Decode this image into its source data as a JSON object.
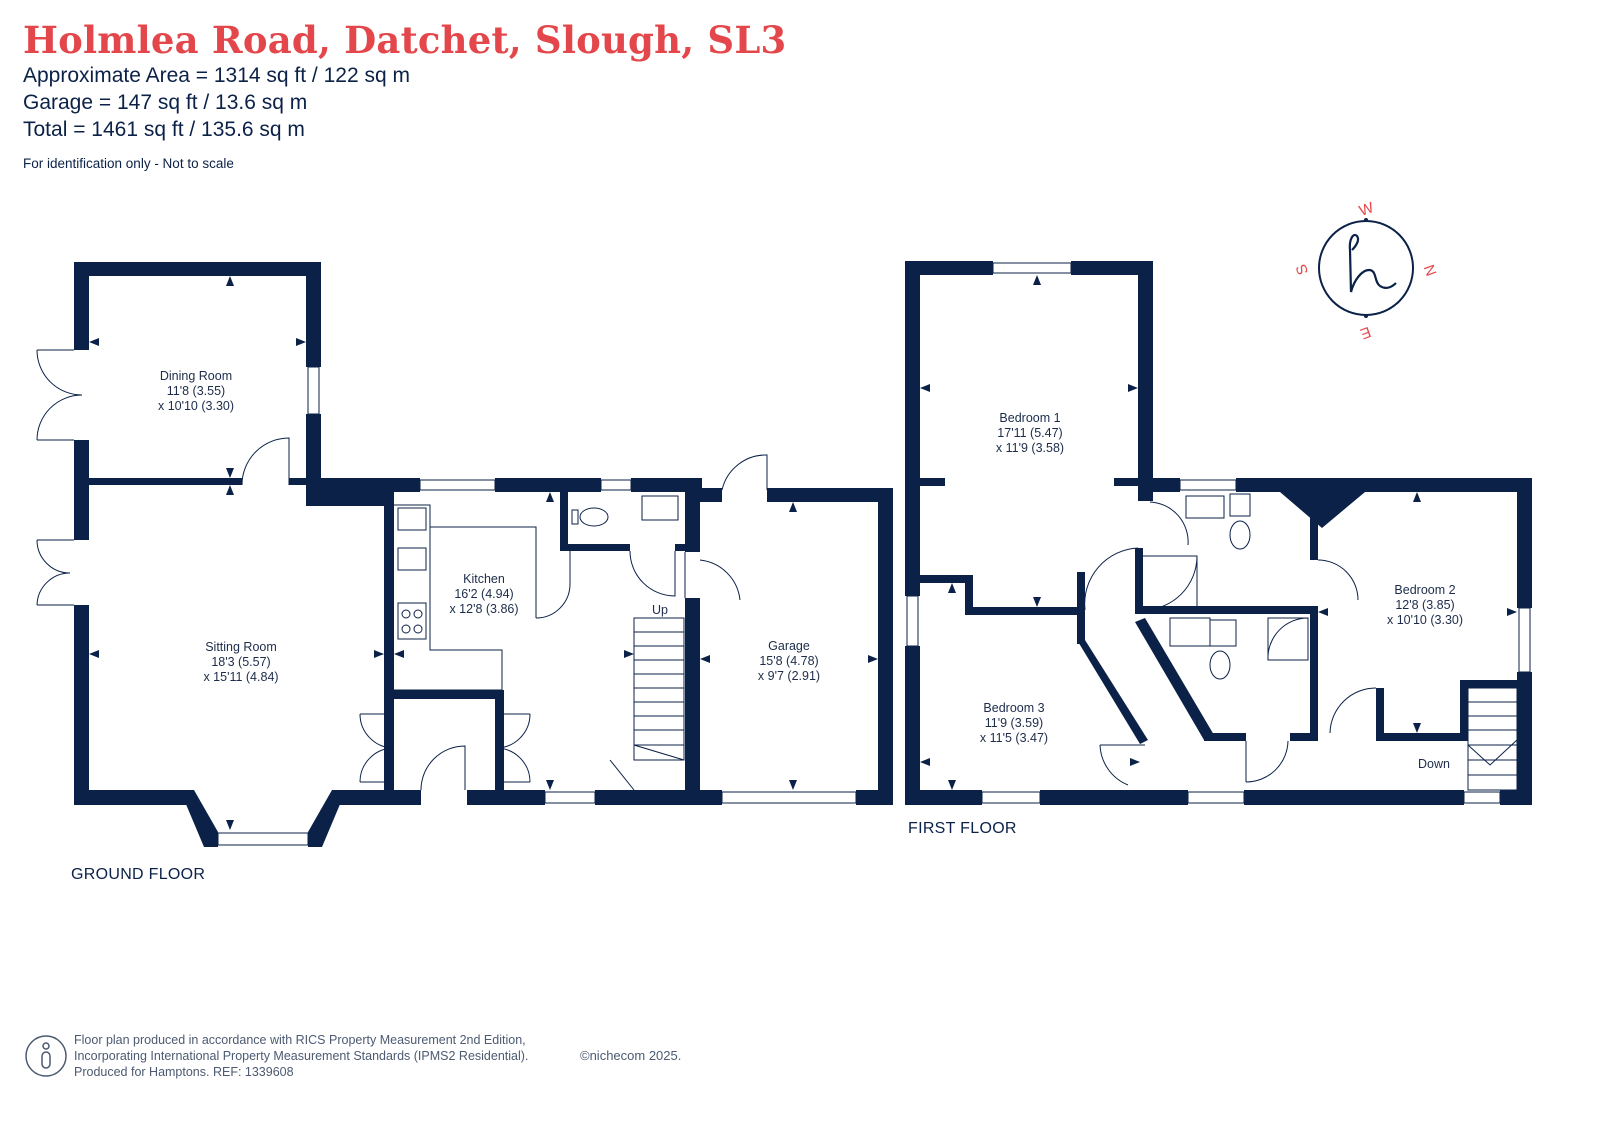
{
  "header": {
    "title": "Holmlea Road, Datchet, Slough, SL3",
    "area_lines": [
      "Approximate Area = 1314 sq ft / 122 sq m",
      "Garage = 147 sq ft / 13.6 sq m",
      "Total = 1461 sq ft / 135.6 sq m"
    ],
    "note": "For identification only - Not to scale"
  },
  "compass": {
    "letters": [
      "W",
      "N",
      "E",
      "S"
    ],
    "logo": "h"
  },
  "floors": {
    "ground": {
      "label": "GROUND FLOOR",
      "rooms": [
        {
          "name": "Dining Room",
          "dim1": "11'8 (3.55)",
          "dim2": "x 10'10 (3.30)"
        },
        {
          "name": "Sitting Room",
          "dim1": "18'3 (5.57)",
          "dim2": "x 15'11 (4.84)"
        },
        {
          "name": "Kitchen",
          "dim1": "16'2 (4.94)",
          "dim2": "x 12'8 (3.86)"
        },
        {
          "name": "Garage",
          "dim1": "15'8 (4.78)",
          "dim2": "x 9'7 (2.91)"
        }
      ],
      "stair_label": "Up"
    },
    "first": {
      "label": "FIRST FLOOR",
      "rooms": [
        {
          "name": "Bedroom 1",
          "dim1": "17'11 (5.47)",
          "dim2": "x 11'9 (3.58)"
        },
        {
          "name": "Bedroom 2",
          "dim1": "12'8 (3.85)",
          "dim2": "x 10'10 (3.30)"
        },
        {
          "name": "Bedroom 3",
          "dim1": "11'9 (3.59)",
          "dim2": "x 11'5 (3.47)"
        }
      ],
      "stair_label": "Down"
    }
  },
  "footer": {
    "lines": [
      "Floor plan produced in accordance with RICS Property Measurement 2nd Edition,",
      "Incorporating International Property Measurement Standards (IPMS2 Residential).",
      "Produced for Hamptons.  REF: 1339608"
    ],
    "copyright": "©nichecom 2025."
  },
  "colors": {
    "title": "#e3474b",
    "wall": "#0b2147",
    "text": "#1d2c4a"
  }
}
